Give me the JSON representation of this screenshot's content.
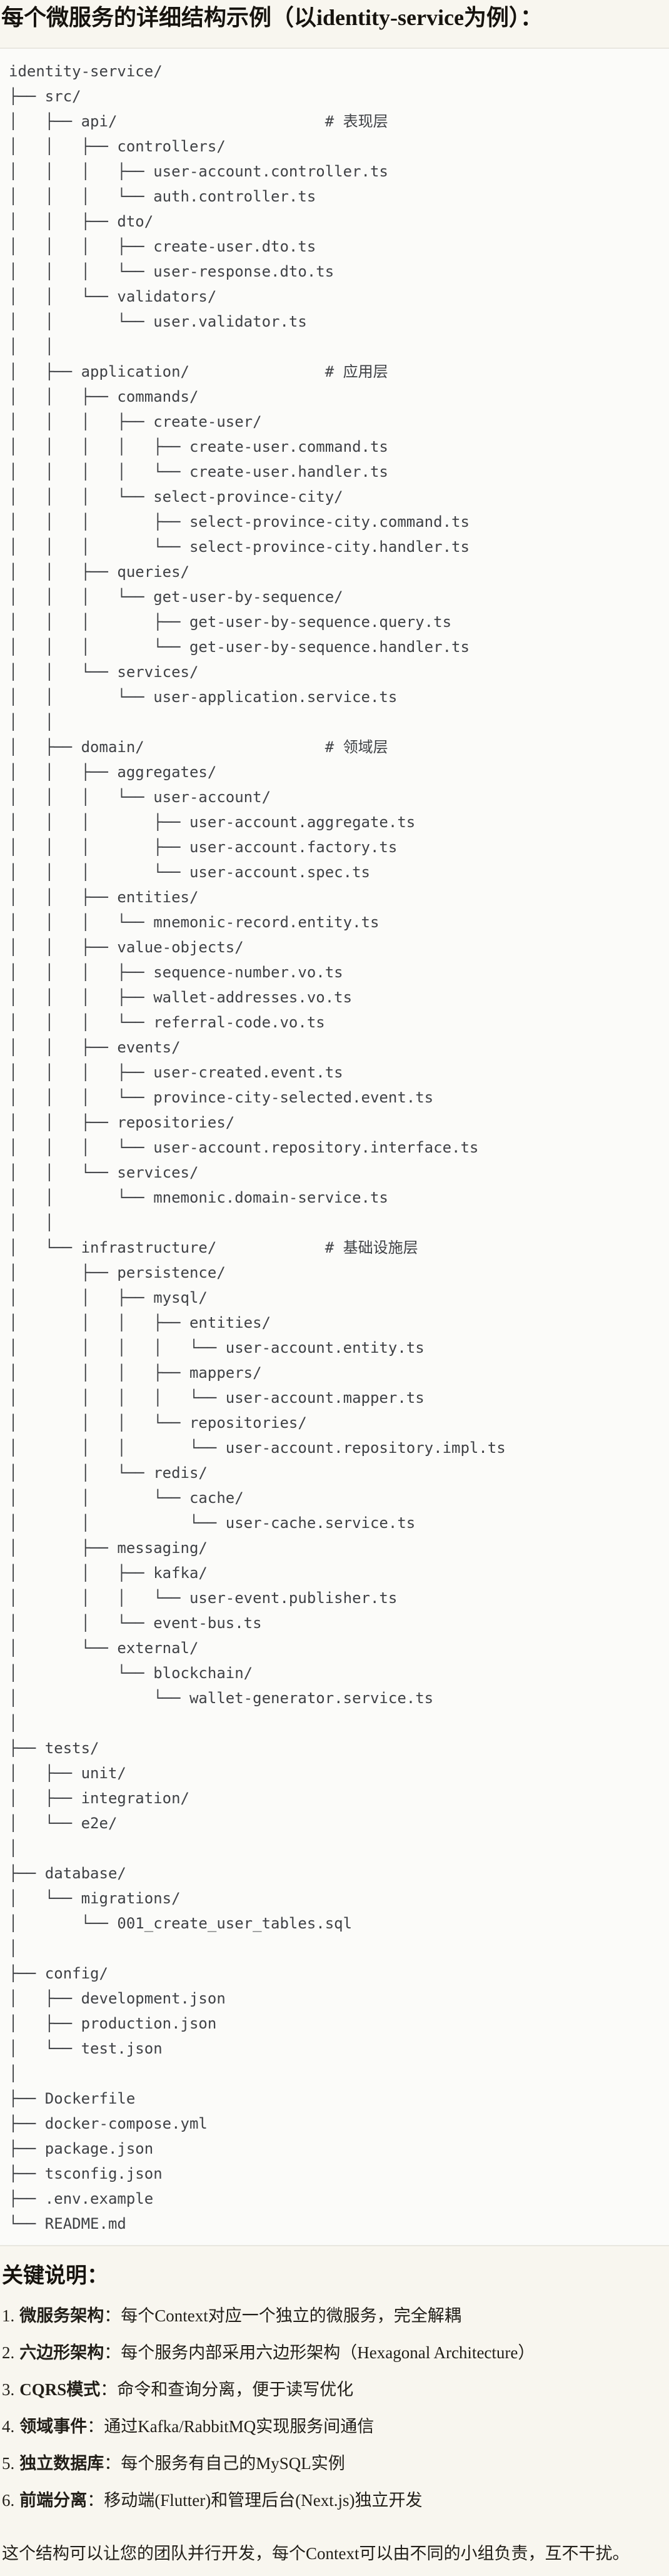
{
  "page": {
    "title": "每个微服务的详细结构示例（以identity-service为例）："
  },
  "tree": {
    "lines": [
      "identity-service/",
      "├── src/",
      "│   ├── api/                       # 表现层",
      "│   │   ├── controllers/",
      "│   │   │   ├── user-account.controller.ts",
      "│   │   │   └── auth.controller.ts",
      "│   │   ├── dto/",
      "│   │   │   ├── create-user.dto.ts",
      "│   │   │   └── user-response.dto.ts",
      "│   │   └── validators/",
      "│   │       └── user.validator.ts",
      "│   │",
      "│   ├── application/               # 应用层",
      "│   │   ├── commands/",
      "│   │   │   ├── create-user/",
      "│   │   │   │   ├── create-user.command.ts",
      "│   │   │   │   └── create-user.handler.ts",
      "│   │   │   └── select-province-city/",
      "│   │   │       ├── select-province-city.command.ts",
      "│   │   │       └── select-province-city.handler.ts",
      "│   │   ├── queries/",
      "│   │   │   └── get-user-by-sequence/",
      "│   │   │       ├── get-user-by-sequence.query.ts",
      "│   │   │       └── get-user-by-sequence.handler.ts",
      "│   │   └── services/",
      "│   │       └── user-application.service.ts",
      "│   │",
      "│   ├── domain/                    # 领域层",
      "│   │   ├── aggregates/",
      "│   │   │   └── user-account/",
      "│   │   │       ├── user-account.aggregate.ts",
      "│   │   │       ├── user-account.factory.ts",
      "│   │   │       └── user-account.spec.ts",
      "│   │   ├── entities/",
      "│   │   │   └── mnemonic-record.entity.ts",
      "│   │   ├── value-objects/",
      "│   │   │   ├── sequence-number.vo.ts",
      "│   │   │   ├── wallet-addresses.vo.ts",
      "│   │   │   └── referral-code.vo.ts",
      "│   │   ├── events/",
      "│   │   │   ├── user-created.event.ts",
      "│   │   │   └── province-city-selected.event.ts",
      "│   │   ├── repositories/",
      "│   │   │   └── user-account.repository.interface.ts",
      "│   │   └── services/",
      "│   │       └── mnemonic.domain-service.ts",
      "│   │",
      "│   └── infrastructure/            # 基础设施层",
      "│       ├── persistence/",
      "│       │   ├── mysql/",
      "│       │   │   ├── entities/",
      "│       │   │   │   └── user-account.entity.ts",
      "│       │   │   ├── mappers/",
      "│       │   │   │   └── user-account.mapper.ts",
      "│       │   │   └── repositories/",
      "│       │   │       └── user-account.repository.impl.ts",
      "│       │   └── redis/",
      "│       │       └── cache/",
      "│       │           └── user-cache.service.ts",
      "│       ├── messaging/",
      "│       │   ├── kafka/",
      "│       │   │   └── user-event.publisher.ts",
      "│       │   └── event-bus.ts",
      "│       └── external/",
      "│           └── blockchain/",
      "│               └── wallet-generator.service.ts",
      "│",
      "├── tests/",
      "│   ├── unit/",
      "│   ├── integration/",
      "│   └── e2e/",
      "│",
      "├── database/",
      "│   └── migrations/",
      "│       └── 001_create_user_tables.sql",
      "│",
      "├── config/",
      "│   ├── development.json",
      "│   ├── production.json",
      "│   └── test.json",
      "│",
      "├── Dockerfile",
      "├── docker-compose.yml",
      "├── package.json",
      "├── tsconfig.json",
      "├── .env.example",
      "└── README.md"
    ]
  },
  "notes": {
    "heading": "关键说明：",
    "items": [
      {
        "num": "1.",
        "label": "微服务架构",
        "text": "：每个Context对应一个独立的微服务，完全解耦"
      },
      {
        "num": "2.",
        "label": "六边形架构",
        "text": "：每个服务内部采用六边形架构（Hexagonal Architecture）"
      },
      {
        "num": "3.",
        "label": "CQRS模式",
        "text": "：命令和查询分离，便于读写优化"
      },
      {
        "num": "4.",
        "label": "领域事件",
        "text": "：通过Kafka/RabbitMQ实现服务间通信"
      },
      {
        "num": "5.",
        "label": "独立数据库",
        "text": "：每个服务有自己的MySQL实例"
      },
      {
        "num": "6.",
        "label": "前端分离",
        "text": "：移动端(Flutter)和管理后台(Next.js)独立开发"
      }
    ],
    "footer": "这个结构可以让您的团队并行开发，每个Context可以由不同的小组负责，互不干扰。"
  },
  "colors": {
    "page_bg": "#f8f6ef",
    "code_bg": "#fbfbf9",
    "code_border": "#e9e7e0",
    "tree_text": "#3f4145",
    "heading_text": "#16130e",
    "body_text": "#211e18"
  }
}
